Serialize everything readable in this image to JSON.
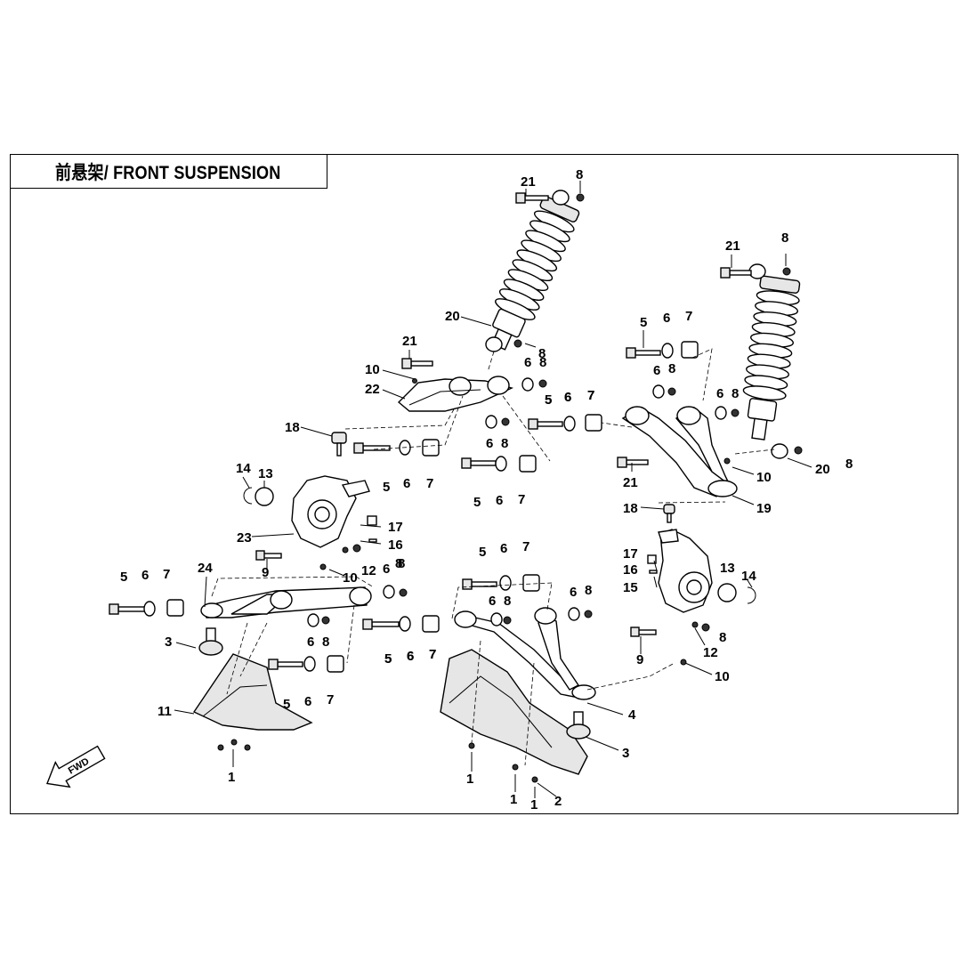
{
  "title": "前悬架/ FRONT SUSPENSION",
  "direction_marker": "FWD",
  "callouts": [
    {
      "n": "21"
    },
    {
      "n": "8"
    },
    {
      "n": "20"
    },
    {
      "n": "8"
    },
    {
      "n": "21"
    },
    {
      "n": "10"
    },
    {
      "n": "22"
    },
    {
      "n": "6"
    },
    {
      "n": "8"
    },
    {
      "n": "5"
    },
    {
      "n": "6"
    },
    {
      "n": "7"
    },
    {
      "n": "6"
    },
    {
      "n": "8"
    },
    {
      "n": "18"
    },
    {
      "n": "5"
    },
    {
      "n": "6"
    },
    {
      "n": "7"
    },
    {
      "n": "5"
    },
    {
      "n": "6"
    },
    {
      "n": "7"
    },
    {
      "n": "14"
    },
    {
      "n": "13"
    },
    {
      "n": "17"
    },
    {
      "n": "16"
    },
    {
      "n": "23"
    },
    {
      "n": "9"
    },
    {
      "n": "12"
    },
    {
      "n": "8"
    },
    {
      "n": "10"
    },
    {
      "n": "24"
    },
    {
      "n": "5"
    },
    {
      "n": "6"
    },
    {
      "n": "7"
    },
    {
      "n": "6"
    },
    {
      "n": "8"
    },
    {
      "n": "6"
    },
    {
      "n": "8"
    },
    {
      "n": "3"
    },
    {
      "n": "5"
    },
    {
      "n": "6"
    },
    {
      "n": "7"
    },
    {
      "n": "5"
    },
    {
      "n": "6"
    },
    {
      "n": "7"
    },
    {
      "n": "11"
    },
    {
      "n": "1"
    },
    {
      "n": "5"
    },
    {
      "n": "6"
    },
    {
      "n": "7"
    },
    {
      "n": "6"
    },
    {
      "n": "8"
    },
    {
      "n": "6"
    },
    {
      "n": "8"
    },
    {
      "n": "5"
    },
    {
      "n": "6"
    },
    {
      "n": "7"
    },
    {
      "n": "1"
    },
    {
      "n": "1"
    },
    {
      "n": "1"
    },
    {
      "n": "2"
    },
    {
      "n": "4"
    },
    {
      "n": "3"
    },
    {
      "n": "5"
    },
    {
      "n": "6"
    },
    {
      "n": "7"
    },
    {
      "n": "6"
    },
    {
      "n": "8"
    },
    {
      "n": "5"
    },
    {
      "n": "6"
    },
    {
      "n": "7"
    },
    {
      "n": "6"
    },
    {
      "n": "8"
    },
    {
      "n": "21"
    },
    {
      "n": "10"
    },
    {
      "n": "19"
    },
    {
      "n": "21"
    },
    {
      "n": "8"
    },
    {
      "n": "20"
    },
    {
      "n": "8"
    },
    {
      "n": "18"
    },
    {
      "n": "17"
    },
    {
      "n": "16"
    },
    {
      "n": "15"
    },
    {
      "n": "13"
    },
    {
      "n": "14"
    },
    {
      "n": "9"
    },
    {
      "n": "8"
    },
    {
      "n": "12"
    },
    {
      "n": "10"
    }
  ]
}
